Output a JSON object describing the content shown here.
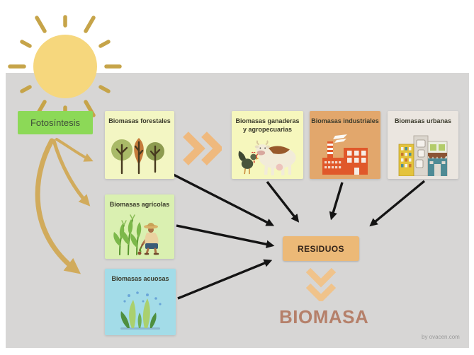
{
  "photosynthesis": {
    "label": "Fotosíntesis",
    "bg": "#8cd957"
  },
  "biomass_types": {
    "forestales": {
      "label": "Biomasas forestales",
      "bg": "#f3f6c3",
      "icon": "trees-icon"
    },
    "ganaderas": {
      "label": "Biomasas ganaderas y agropecuarias",
      "bg": "#f6f7bd",
      "icon": "cow-rooster-icon"
    },
    "industriales": {
      "label": "Biomasas industriales",
      "bg": "#e2a76c",
      "icon": "factory-icon"
    },
    "urbanas": {
      "label": "Biomasas urbanas",
      "bg": "#ebe6e0",
      "icon": "city-buildings-icon"
    },
    "agricolas": {
      "label": "Biomasas agrícolas",
      "bg": "#daf0b1",
      "icon": "farmer-crops-icon"
    },
    "acuosas": {
      "label": "Biomasas acuosas",
      "bg": "#a3dce8",
      "icon": "water-plants-icon"
    }
  },
  "residuos": {
    "label": "RESIDUOS",
    "bg": "#ecb977"
  },
  "biomasa": {
    "label": "BIOMASA",
    "color": "#b5806a"
  },
  "credit": {
    "label": "by ovacen.com"
  },
  "colors": {
    "panel_bg": "#d7d6d5",
    "sun_fill": "#f6d77d",
    "sun_rays": "#c6a449",
    "gold_arrows": "#d1ab5c",
    "black_arrows": "#141414",
    "chevrons_right": "#efb97e",
    "chevrons_down": "#f0c38b"
  }
}
